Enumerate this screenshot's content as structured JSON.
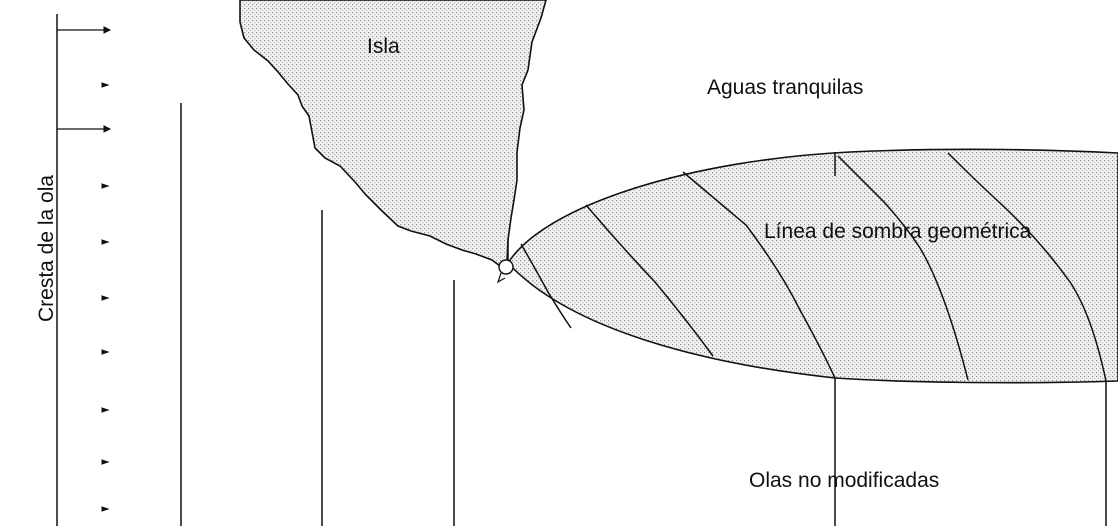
{
  "labels": {
    "island": "Isla",
    "calm_water": "Aguas tranquilas",
    "shadow_line": "Línea de sombra geométrica",
    "unmodified_waves": "Olas no modificadas",
    "wave_crest": "Cresta de la ola"
  }
}
